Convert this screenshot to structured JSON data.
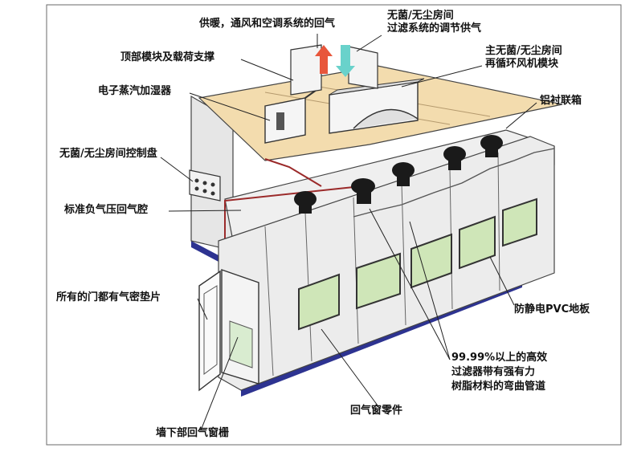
{
  "labels": {
    "return_air_hvac": "供暖，通风和空调系统的回气",
    "sterile_supply_1": "无菌/无尘房间",
    "sterile_supply_2": "过滤系统的调节供气",
    "top_module": "顶部模块及载荷支撑",
    "main_recirc_1": "主无菌/无尘房间",
    "main_recirc_2": "再循环风机模块",
    "steam_humidifier": "电子蒸汽加湿器",
    "aluminum_box": "铝衬联箱",
    "control_panel": "无菌/无尘房间控制盘",
    "negative_plenum": "标准负气压回气腔",
    "door_gasket": "所有的门都有气密垫片",
    "pvc_floor": "防静电PVC地板",
    "hepa_1": "99.99%以上的高效",
    "hepa_2": "过滤器带有强有力",
    "hepa_3": "树脂材料的弯曲管道",
    "return_window": "回气窗零件",
    "wall_return_grille": "墙下部回气窗栅"
  },
  "colors": {
    "roof_top": "#f3dcae",
    "wall": "#e9e9e9",
    "base_strip": "#2d3391",
    "duct": "#1a1a1a",
    "window_glass": "#cfe6b8",
    "arrow_red": "#e8563b",
    "arrow_cyan": "#69d2cb",
    "section_red": "#9b2a2a"
  }
}
